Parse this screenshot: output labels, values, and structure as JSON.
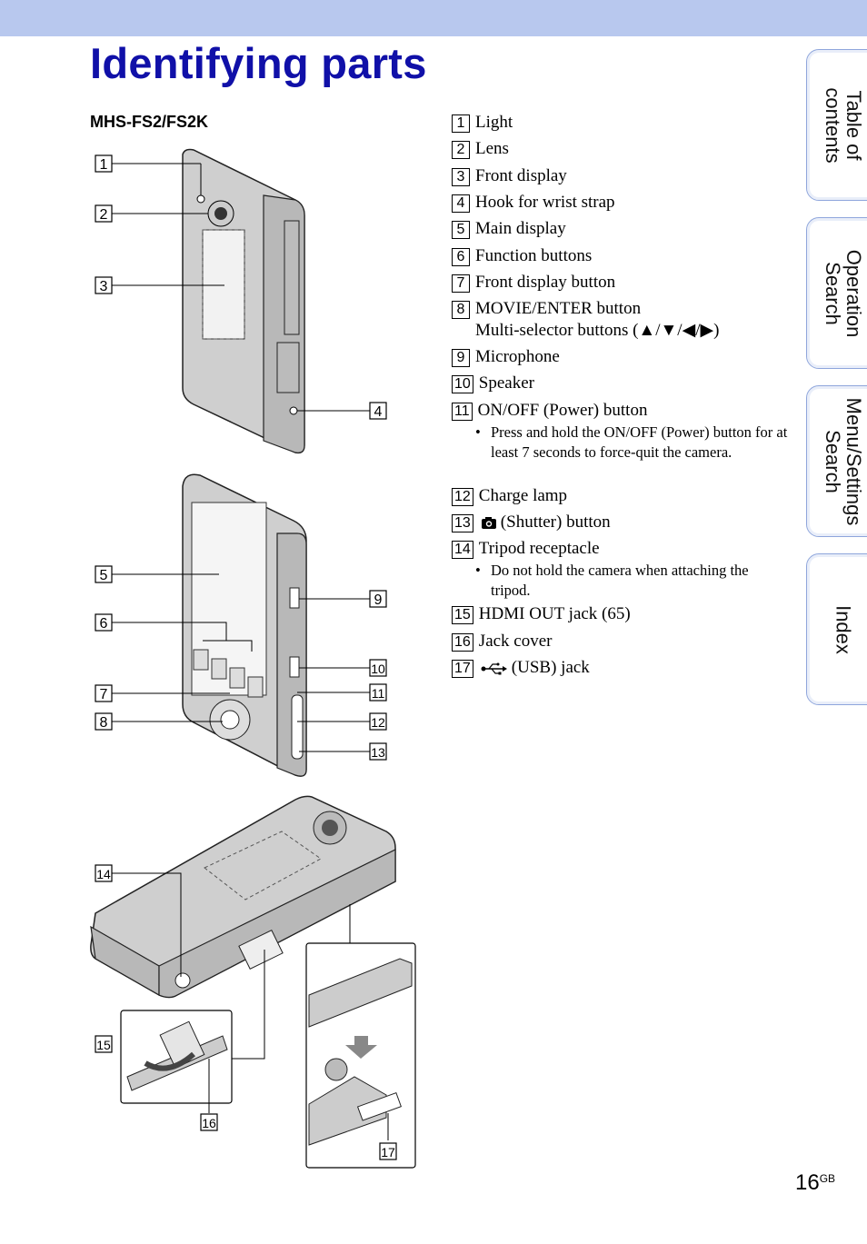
{
  "page": {
    "title": "Identifying parts",
    "model": "MHS-FS2/FS2K",
    "page_number": "16",
    "page_suffix": "GB"
  },
  "tabs": [
    {
      "label_line1": "Table of",
      "label_line2": "contents"
    },
    {
      "label_line1": "Operation",
      "label_line2": "Search"
    },
    {
      "label_line1": "Menu/Settings",
      "label_line2": "Search"
    },
    {
      "label_line1": "Index",
      "label_line2": ""
    }
  ],
  "parts": [
    {
      "num": "1",
      "label": "Light"
    },
    {
      "num": "2",
      "label": "Lens"
    },
    {
      "num": "3",
      "label": "Front display"
    },
    {
      "num": "4",
      "label": "Hook for wrist strap"
    },
    {
      "num": "5",
      "label": "Main display"
    },
    {
      "num": "6",
      "label": "Function buttons"
    },
    {
      "num": "7",
      "label": "Front display button"
    },
    {
      "num": "8",
      "label": "MOVIE/ENTER button",
      "sub": "Multi-selector buttons (▲/▼/◀/▶)"
    },
    {
      "num": "9",
      "label": "Microphone"
    },
    {
      "num": "10",
      "label": "Speaker"
    },
    {
      "num": "11",
      "label": "ON/OFF (Power) button",
      "note": "Press and hold the ON/OFF (Power) button for at least 7 seconds to force-quit the camera."
    },
    {
      "num": "12",
      "label": "Charge lamp"
    },
    {
      "num": "13",
      "label": "(Shutter) button",
      "icon": "camera-icon"
    },
    {
      "num": "14",
      "label": "Tripod receptacle",
      "note": "Do not hold the camera when attaching the tripod."
    },
    {
      "num": "15",
      "label": "HDMI OUT jack (65)"
    },
    {
      "num": "16",
      "label": "Jack cover"
    },
    {
      "num": "17",
      "label": "(USB) jack",
      "icon": "usb-icon"
    }
  ],
  "figure_callouts": [
    "1",
    "2",
    "3",
    "4",
    "5",
    "6",
    "7",
    "8",
    "9",
    "10",
    "11",
    "12",
    "13",
    "14",
    "15",
    "16",
    "17"
  ],
  "bullet": "•"
}
